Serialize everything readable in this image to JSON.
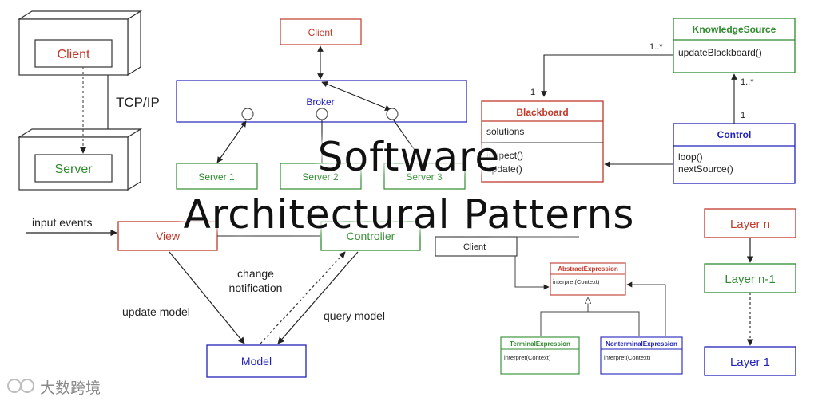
{
  "client_server": {
    "client": "Client",
    "server": "Server",
    "link": "TCP/IP"
  },
  "broker": {
    "client": "Client",
    "broker": "Broker",
    "server1": "Server 1",
    "server2": "Server 2",
    "server3": "Server 3"
  },
  "blackboard": {
    "knowledge_source": {
      "name": "KnowledgeSource",
      "method": "updateBlackboard()"
    },
    "blackboard": {
      "name": "Blackboard",
      "attr": "solutions",
      "method1": "inspect()",
      "method2": "update()"
    },
    "control": {
      "name": "Control",
      "method1": "loop()",
      "method2": "nextSource()"
    },
    "mult_ks": "1..*",
    "mult_bb": "1",
    "mult_ctrl_top": "1..*",
    "mult_ctrl": "1"
  },
  "mvc": {
    "input_events": "input events",
    "view": "View",
    "controller": "Controller",
    "model": "Model",
    "change_notification_1": "change",
    "change_notification_2": "notification",
    "update_model": "update model",
    "query_model": "query model"
  },
  "interpreter": {
    "client": "Client",
    "abstract": {
      "name": "AbstractExpression",
      "method": "interpret(Context)"
    },
    "terminal": {
      "name": "TerminalExpression",
      "method": "interpret(Context)"
    },
    "nonterminal": {
      "name": "NonterminalExpression",
      "method": "interpret(Context)"
    }
  },
  "layers": {
    "layer_n": "Layer n",
    "layer_n1": "Layer n-1",
    "layer_1": "Layer 1"
  },
  "title": {
    "line1": "Software",
    "line2": "Architectural Patterns"
  },
  "watermark": "大数跨境",
  "colors": {
    "red": "#c0392b",
    "green": "#2e8b2e",
    "blue": "#2222bb",
    "gray": "#333333"
  }
}
